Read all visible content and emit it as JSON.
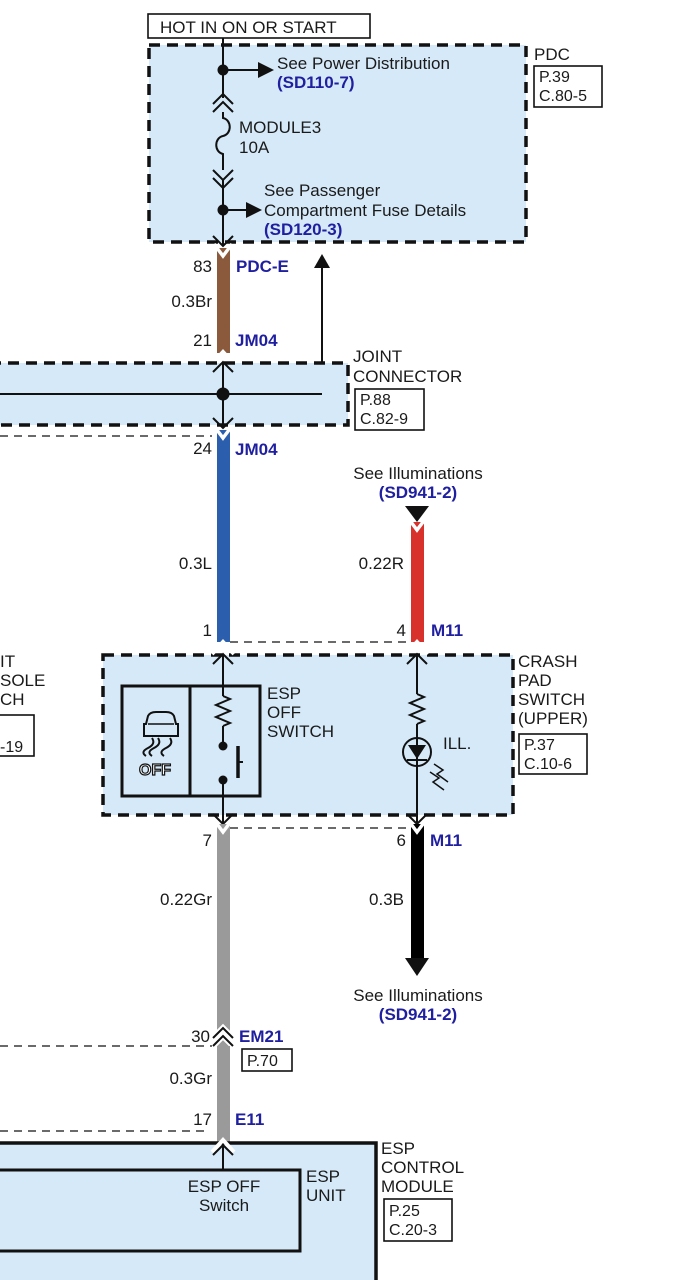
{
  "header": {
    "hot_label": "HOT IN ON OR START"
  },
  "pdc": {
    "name": "PDC",
    "ref_p": "P.39",
    "ref_c": "C.80-5",
    "power_dist_text": "See Power Distribution",
    "power_dist_ref": "(SD110-7)",
    "fuse_name": "MODULE3",
    "fuse_rating": "10A",
    "fuse_details_line1": "See Passenger",
    "fuse_details_line2": "Compartment Fuse Details",
    "fuse_details_ref": "(SD120-3)"
  },
  "wires": [
    {
      "id": "w1",
      "pin_top": "83",
      "conn_top": "PDC-E",
      "spec": "0.3Br",
      "pin_bottom": "21",
      "conn_bottom": "JM04",
      "color": "#8b5a3c"
    },
    {
      "id": "w2",
      "pin_top": "24",
      "conn_top": "JM04",
      "spec": "0.3L",
      "pin_bottom": "1",
      "color": "#2b5fae"
    },
    {
      "id": "w3",
      "spec": "0.22R",
      "pin_bottom": "4",
      "conn_bottom": "M11",
      "color": "#d8312b"
    },
    {
      "id": "w4",
      "pin_top": "7",
      "spec": "0.22Gr",
      "pin_bottom": "30",
      "conn_bottom": "EM21",
      "conn_ref": "P.70",
      "color": "#9a9a9a"
    },
    {
      "id": "w5",
      "pin_top": "6",
      "conn_top": "M11",
      "spec": "0.3B",
      "color": "#000000"
    },
    {
      "id": "w6",
      "spec": "0.3Gr",
      "pin_bottom": "17",
      "conn_bottom": "E11",
      "color": "#9a9a9a"
    }
  ],
  "joint_connector": {
    "name_line1": "JOINT",
    "name_line2": "CONNECTOR",
    "ref_p": "P.88",
    "ref_c": "C.82-9"
  },
  "illum_in": {
    "text": "See Illuminations",
    "ref": "(SD941-2)"
  },
  "illum_out": {
    "text": "See Illuminations",
    "ref": "(SD941-2)"
  },
  "crash_pad": {
    "name_lines": [
      "CRASH",
      "PAD",
      "SWITCH",
      "(UPPER)"
    ],
    "ref_p": "P.37",
    "ref_c": "C.10-6",
    "switch_name_lines": [
      "ESP",
      "OFF",
      "SWITCH"
    ],
    "icon_text": "OFF",
    "lamp_label": "ILL."
  },
  "left_partial": {
    "lines": [
      "IT",
      "SOLE",
      "CH"
    ],
    "ref": "-19"
  },
  "esp_module": {
    "name_lines": [
      "ESP",
      "CONTROL",
      "MODULE"
    ],
    "ref_p": "P.25",
    "ref_c": "C.20-3",
    "unit_lines": [
      "ESP",
      "UNIT"
    ],
    "input_line1": "ESP OFF",
    "input_line2": "Switch"
  }
}
